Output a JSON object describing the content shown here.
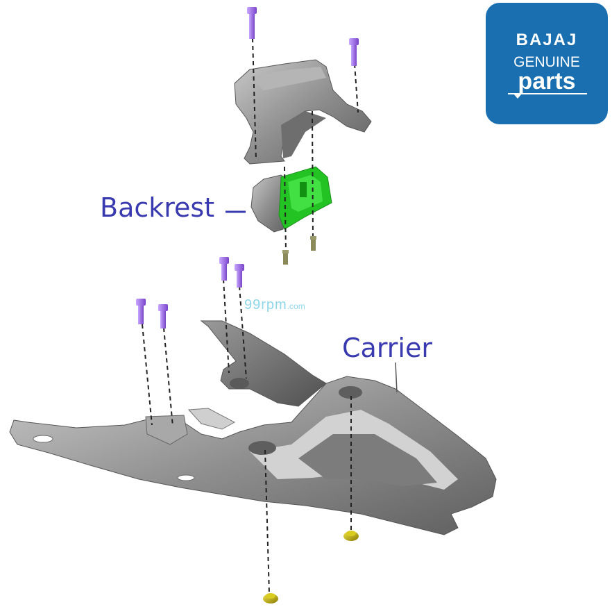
{
  "labels": {
    "backrest": "Backrest",
    "carrier": "Carrier"
  },
  "watermark": {
    "main": "99rpm",
    "suffix": ".com"
  },
  "logo": {
    "brand": "BAJAJ",
    "line1": "GENUINE",
    "line2": "parts"
  },
  "colors": {
    "label_text": "#3a3ab0",
    "logo_bg": "#1a6fb1",
    "bolt": "#9966dd",
    "nut": "#c8b400",
    "part_gray": "#8e8e8e",
    "backrest_pad": "#22c322"
  },
  "icons": {
    "bolt": "screw-icon",
    "nut": "flange-nut-icon"
  }
}
